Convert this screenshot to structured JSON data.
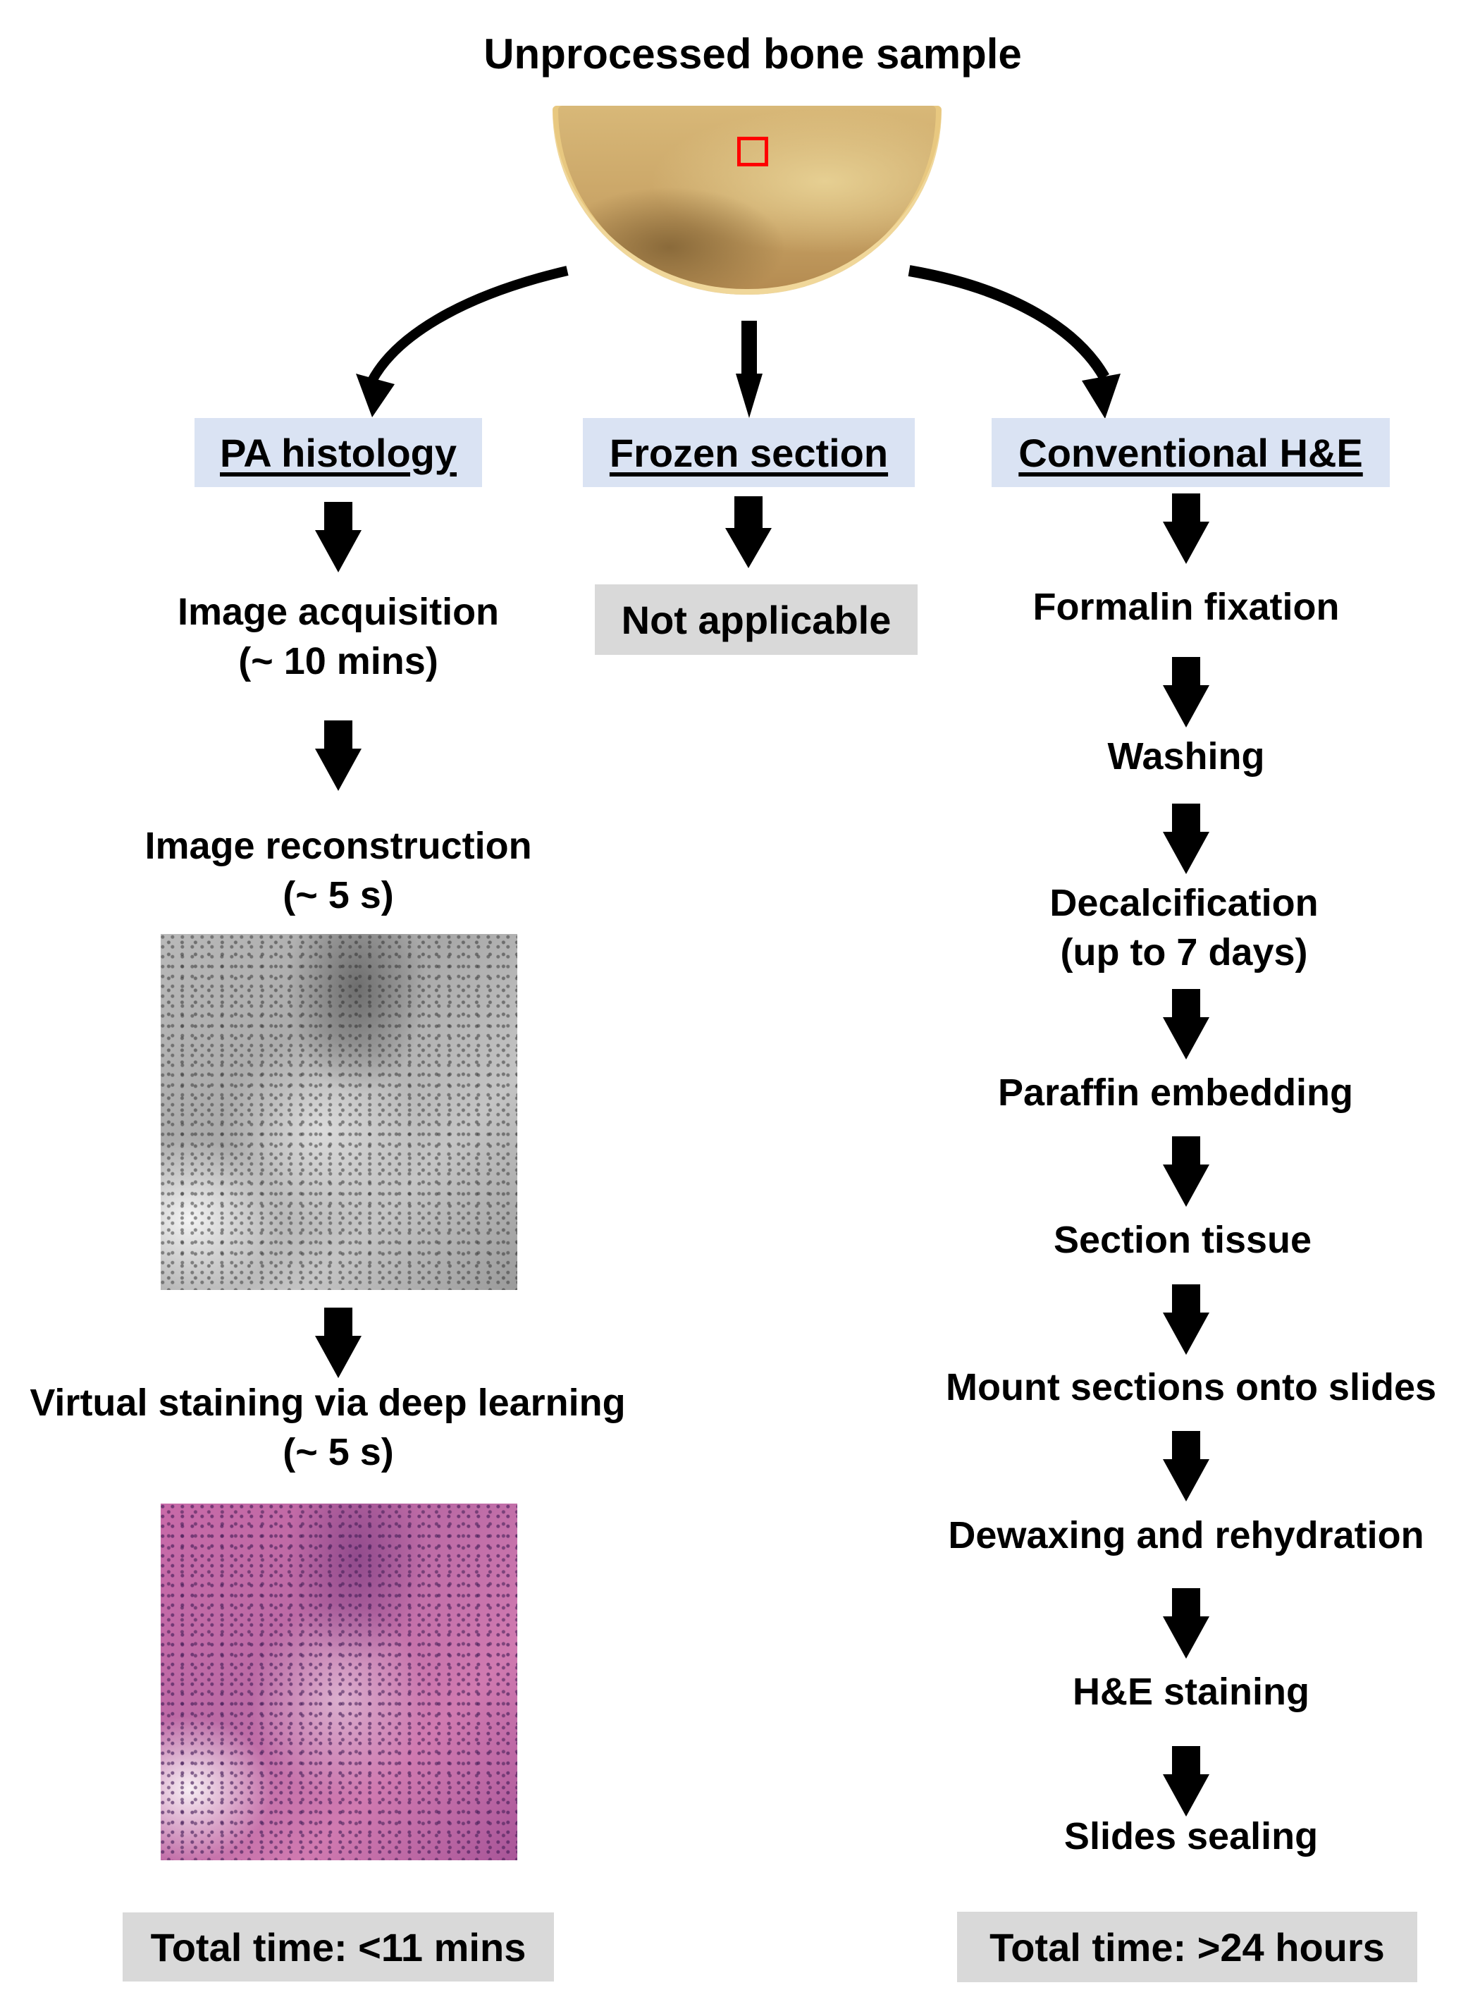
{
  "title": "Unprocessed bone sample",
  "colors": {
    "header_box": "#dae3f3",
    "result_box": "#d9d9d9",
    "highlight_box": "#ff0000",
    "arrow": "#000000"
  },
  "bone_sample": {
    "label": "bone-sample-photo",
    "roi_marker": "red-rectangle"
  },
  "columns": {
    "pa": {
      "header": "PA histology",
      "steps": [
        {
          "title": "Image acquisition",
          "time": "(~ 10 mins)"
        },
        {
          "title": "Image reconstruction",
          "time": "(~ 5 s)"
        },
        {
          "title": "Virtual staining via deep learning",
          "time": "(~ 5 s)"
        }
      ],
      "images": [
        "grayscale-pa-image",
        "virtual-he-stained-image"
      ],
      "total": "Total time: <11 mins"
    },
    "frozen": {
      "header": "Frozen section",
      "result": "Not applicable"
    },
    "conventional": {
      "header": "Conventional H&E",
      "steps": [
        {
          "title": "Formalin fixation"
        },
        {
          "title": "Washing"
        },
        {
          "title": "Decalcification",
          "time": "(up to 7 days)"
        },
        {
          "title": "Paraffin embedding"
        },
        {
          "title": "Section tissue"
        },
        {
          "title": "Mount sections onto slides"
        },
        {
          "title": "Dewaxing and rehydration"
        },
        {
          "title": "H&E staining"
        },
        {
          "title": "Slides sealing"
        }
      ],
      "total": "Total time: >24 hours"
    }
  }
}
